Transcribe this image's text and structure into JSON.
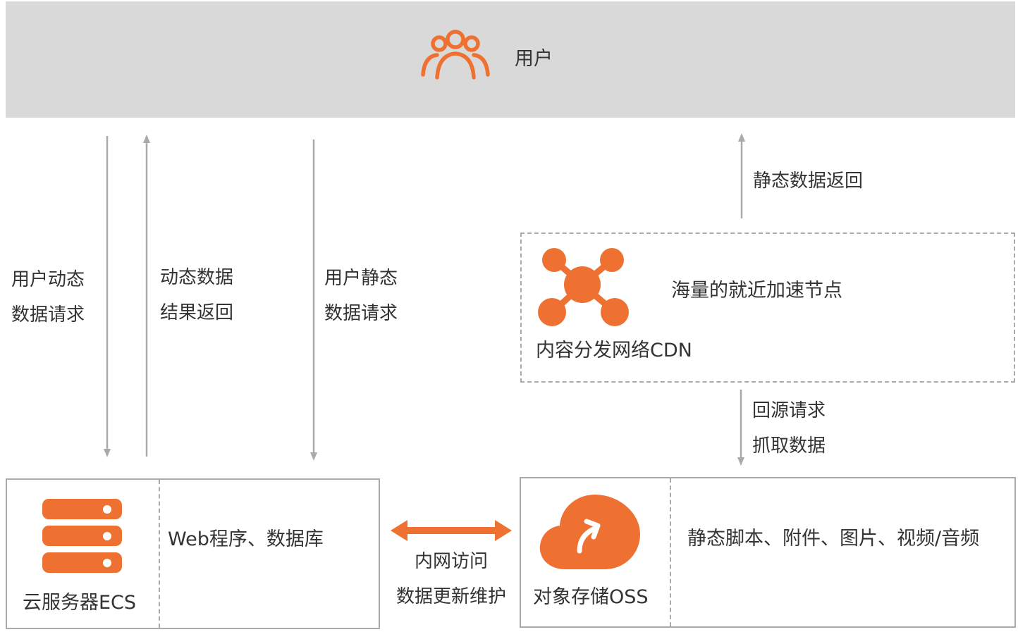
{
  "colors": {
    "accent": "#ee7131",
    "band": "#d9d9d9",
    "border": "#aaaaaa",
    "text": "#333333"
  },
  "user": {
    "label": "用户",
    "icon": "users-icon"
  },
  "flows": {
    "dynamic_request": [
      "用户动态",
      "数据请求"
    ],
    "dynamic_return": [
      "动态数据",
      "结果返回"
    ],
    "static_request": [
      "用户静态",
      "数据请求"
    ],
    "static_return": "静态数据返回",
    "origin_fetch": [
      "回源请求",
      "抓取数据"
    ]
  },
  "cdn": {
    "name": "内容分发网络CDN",
    "desc": "海量的就近加速节点",
    "icon": "network-hub-icon"
  },
  "ecs": {
    "name": "云服务器ECS",
    "desc": "Web程序、数据库",
    "icon": "server-icon"
  },
  "oss": {
    "name": "对象存储OSS",
    "desc": "静态脚本、附件、图片、视频/音频",
    "icon": "cloud-upload-icon"
  },
  "link": {
    "lines": [
      "内网访问",
      "数据更新维护"
    ]
  }
}
